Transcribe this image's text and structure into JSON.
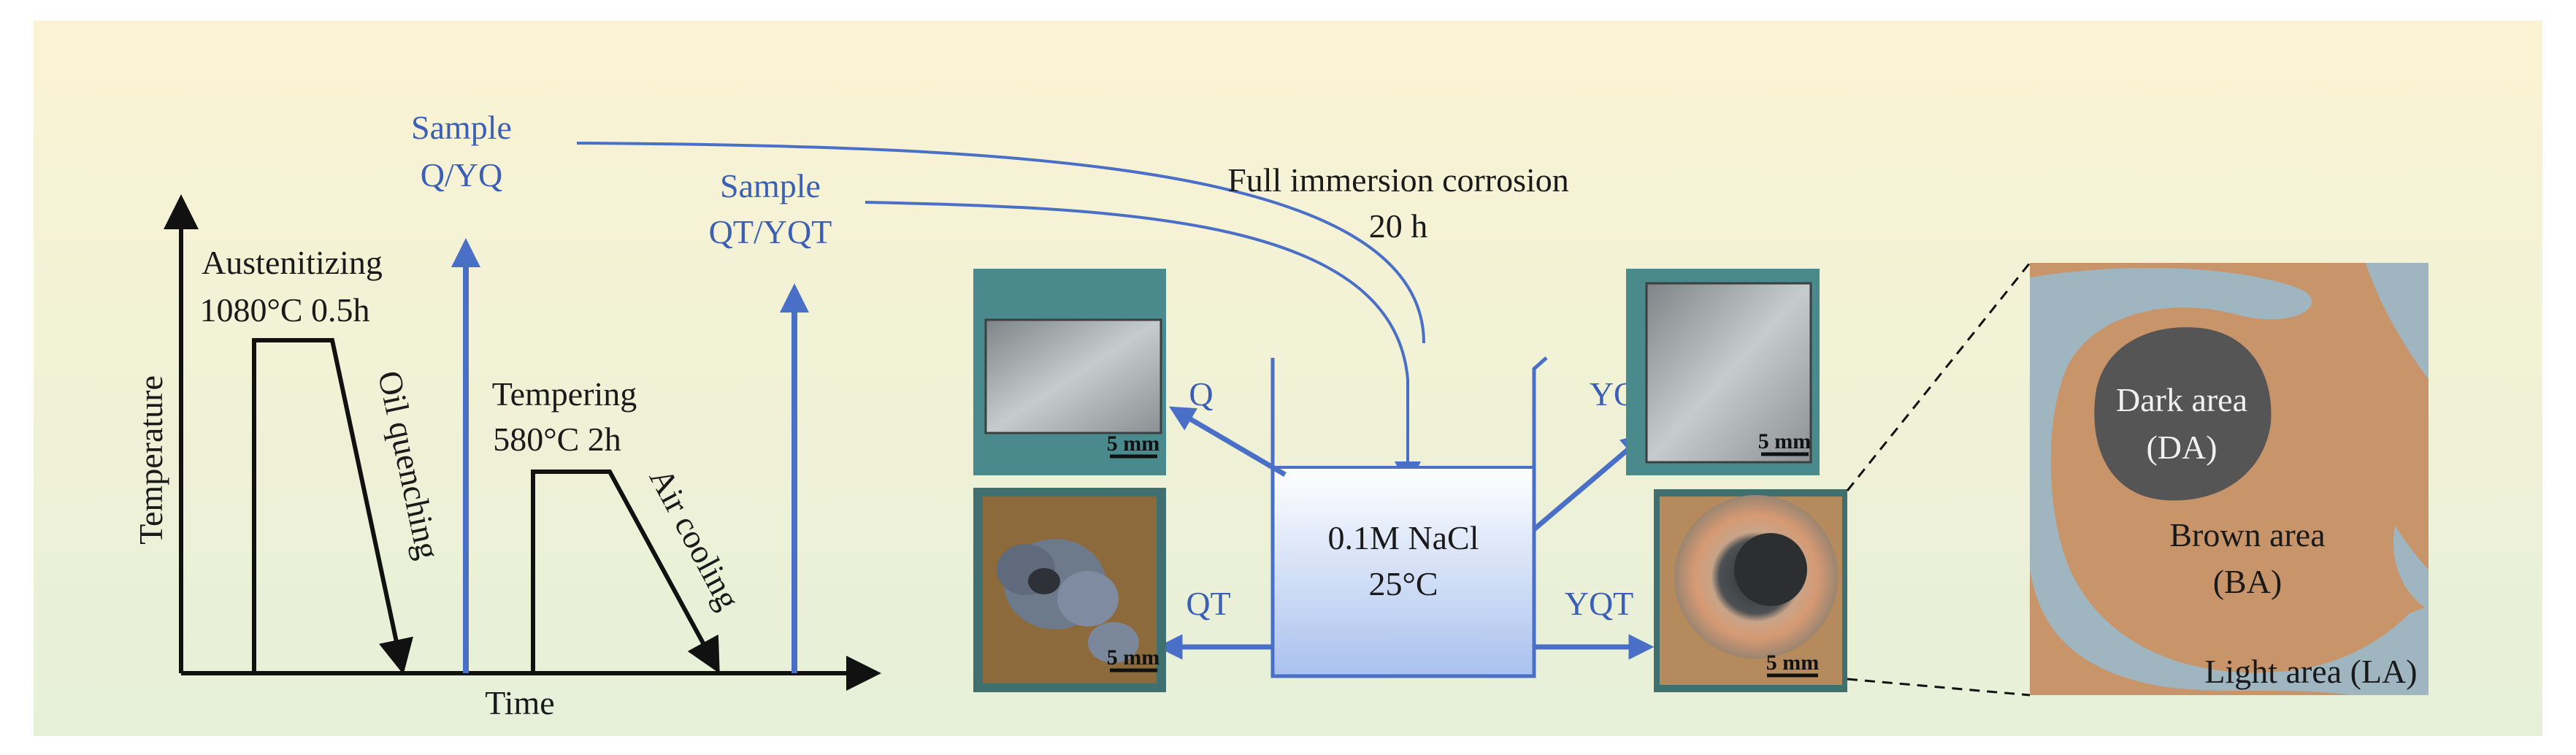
{
  "heat_treatment": {
    "y_axis_label": "Temperature",
    "x_axis_label": "Time",
    "austenitizing_title": "Austenitizing",
    "austenitizing_conditions": "1080°C 0.5h",
    "oil_quenching": "Oil quenching",
    "tempering_title": "Tempering",
    "tempering_conditions": "580°C 2h",
    "air_cooling": "Air cooling"
  },
  "samples": {
    "q_group_line1": "Sample",
    "q_group_line2": "Q/YQ",
    "qt_group_line1": "Sample",
    "qt_group_line2": "QT/YQT"
  },
  "corrosion": {
    "title_line1": "Full immersion corrosion",
    "title_line2": "20 h",
    "solution_line1": "0.1M NaCl",
    "solution_line2": "25°C"
  },
  "specimens": [
    {
      "label": "Q",
      "scale": "5 mm"
    },
    {
      "label": "QT",
      "scale": "5 mm"
    },
    {
      "label": "YQ",
      "scale": "5 mm"
    },
    {
      "label": "YQT",
      "scale": "5 mm"
    }
  ],
  "zoom_map": {
    "dark_line1": "Dark area",
    "dark_line2": "(DA)",
    "brown_line1": "Brown area",
    "brown_line2": "(BA)",
    "light": "Light area (LA)"
  },
  "colors": {
    "arrow_blue": "#4a6fc7",
    "label_blue": "#3b5fb4",
    "brown_area": "#c8946a",
    "light_area": "#9fb5c0",
    "dark_area": "#555555"
  }
}
